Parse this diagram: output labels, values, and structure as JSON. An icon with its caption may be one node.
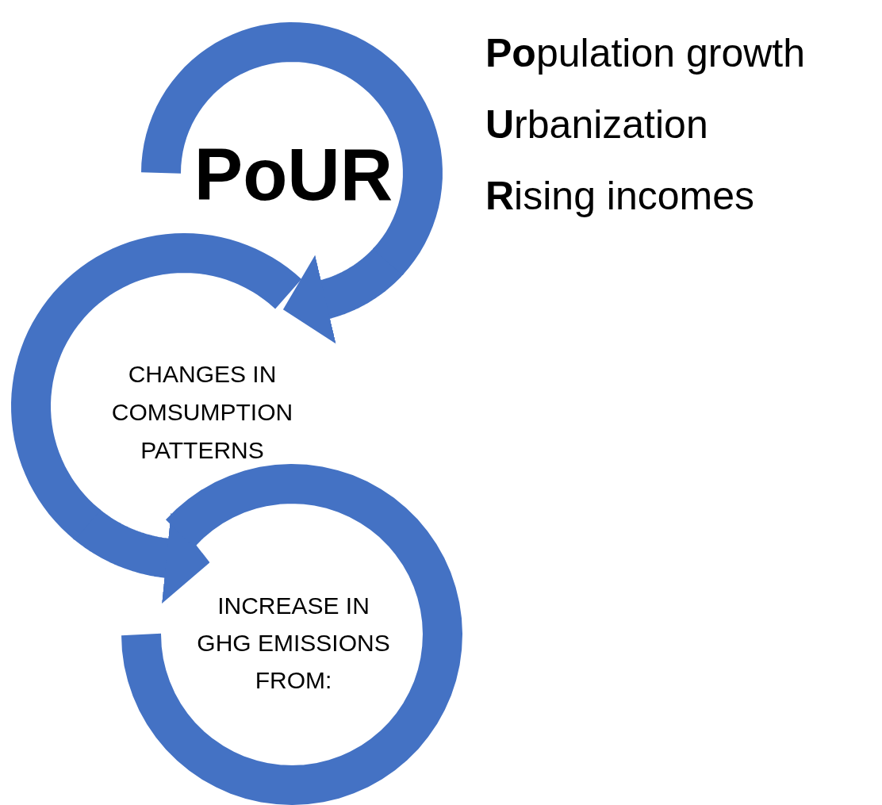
{
  "diagram": {
    "nodes": [
      {
        "text": [
          "PoUR"
        ]
      },
      {
        "text": [
          "CHANGES IN COMSUMPTION PATTERNS"
        ]
      },
      {
        "text": [
          "INCREASE IN GHG EMISSIONS FROM:"
        ]
      }
    ],
    "edges": [
      {
        "from": 0,
        "to": 1,
        "arrow": "to"
      },
      {
        "from": 1,
        "to": 2,
        "arrow": "to"
      }
    ],
    "labels": [
      "**Po**pulation growth",
      "**U**rbanization",
      "**R**ising incomes"
    ]
  }
}
